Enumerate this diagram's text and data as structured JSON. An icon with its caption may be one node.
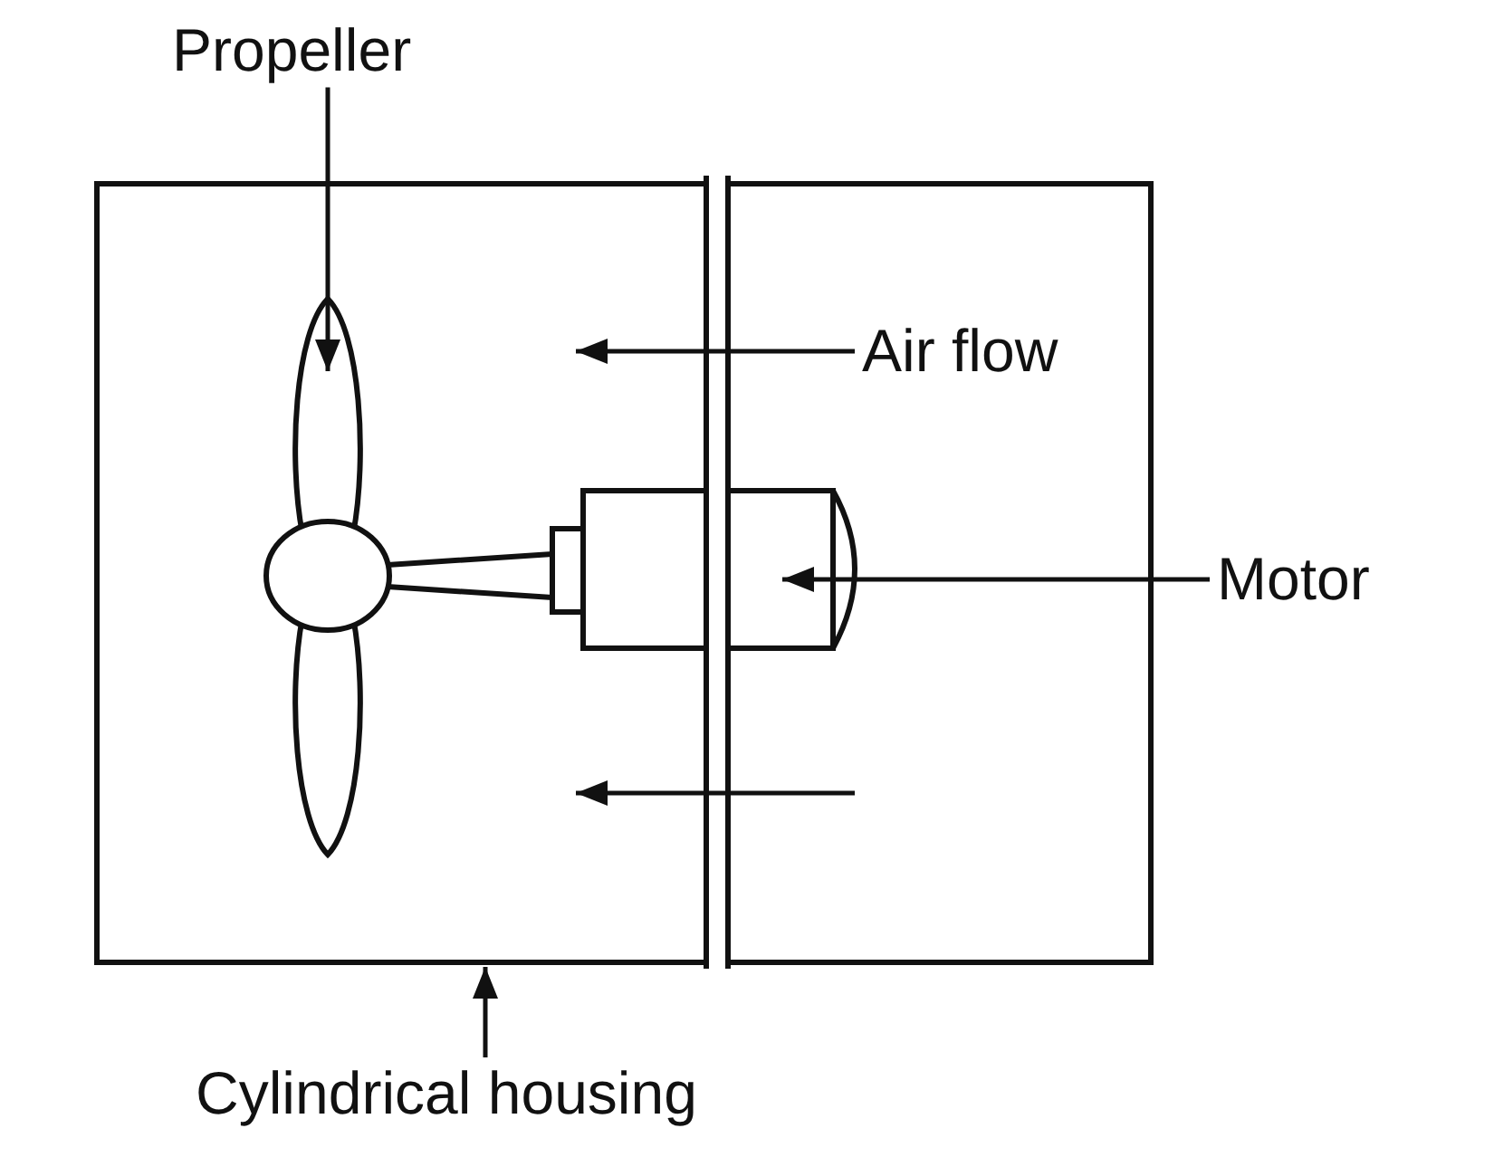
{
  "diagram": {
    "nodes": [
      {
        "text": [
          "Propeller"
        ]
      },
      {
        "text": [],
        "shape": "box"
      },
      {
        "text": [],
        "shape": "propeller",
        "in": 1
      },
      {
        "text": [
          "Air flow"
        ],
        "in": 1
      },
      {
        "text": [],
        "shape": "motor",
        "in": 1
      },
      {
        "text": [
          "Motor"
        ]
      },
      {
        "text": [
          "Cylindrical housing"
        ]
      }
    ],
    "edges": [
      {
        "from": 0,
        "to": 2,
        "arrow": "to"
      },
      {
        "from": 3,
        "to": null,
        "arrow": "to"
      },
      {
        "from": 5,
        "to": 4,
        "arrow": "to"
      },
      {
        "from": 6,
        "to": 1,
        "arrow": "to"
      }
    ]
  }
}
